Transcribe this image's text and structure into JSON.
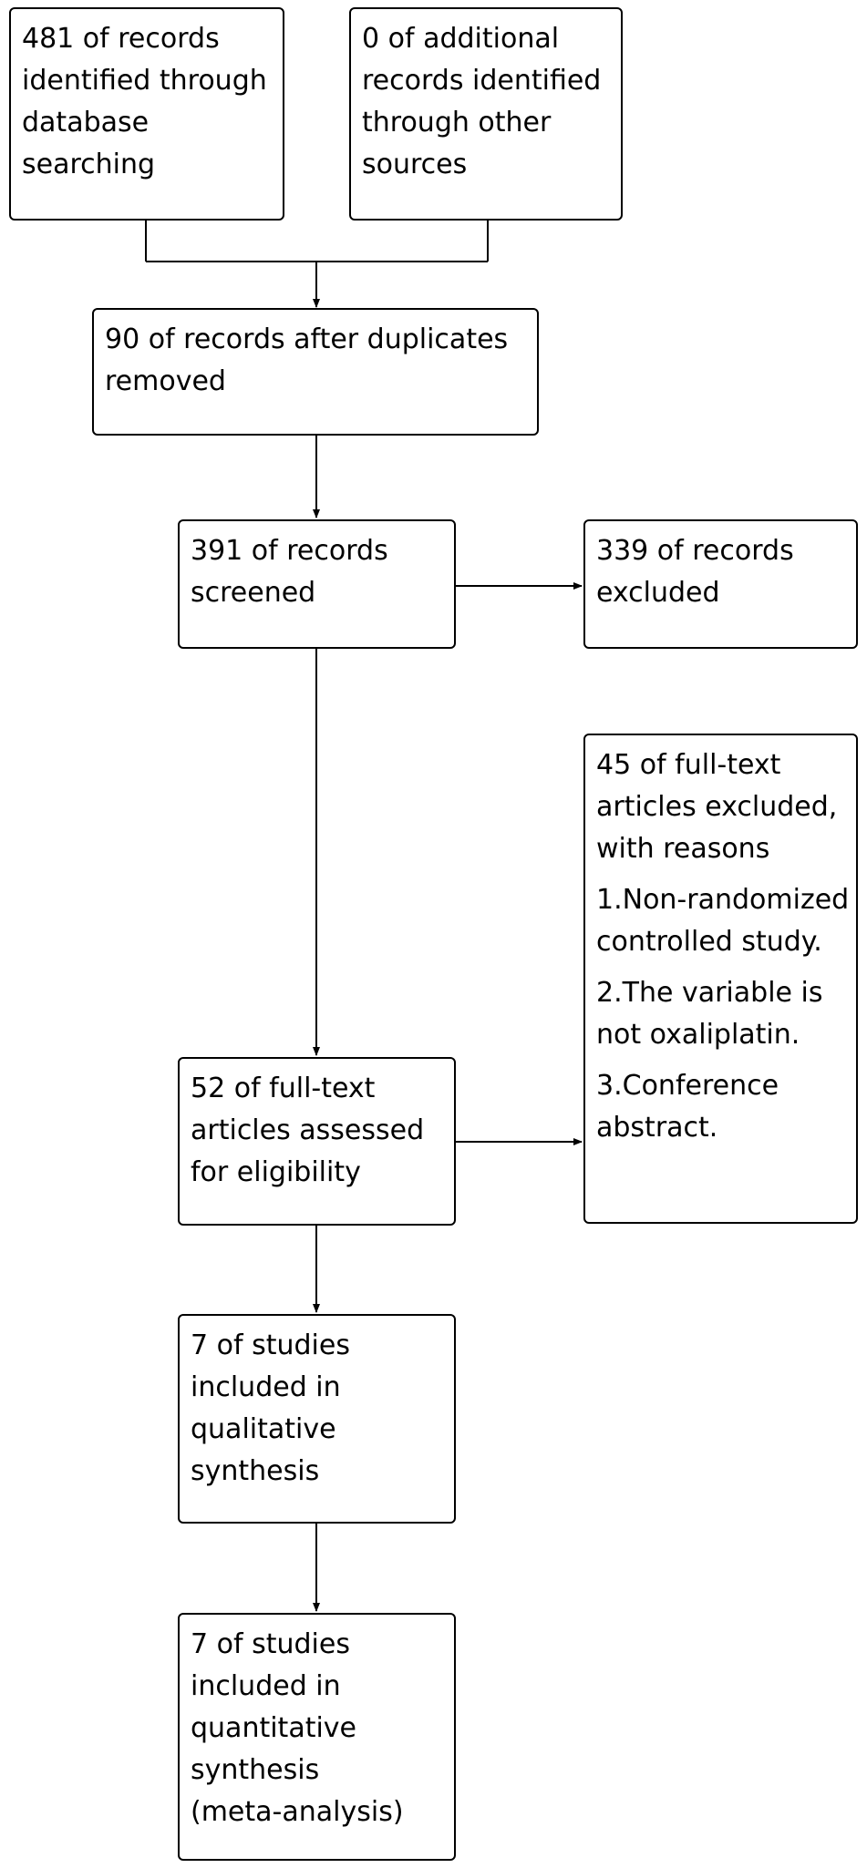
{
  "diagram": {
    "boxes": {
      "identified_database": [
        "481 of records",
        "identified through",
        "database",
        "searching"
      ],
      "identified_other": [
        "0 of additional",
        "records identified",
        "through other",
        "sources"
      ],
      "after_duplicates": [
        "90 of records after duplicates",
        "removed"
      ],
      "screened": [
        "391 of records",
        "screened"
      ],
      "excluded": [
        "339 of records",
        "excluded"
      ],
      "fulltext_assessed": [
        "52 of full-text",
        "articles assessed",
        "for eligibility"
      ],
      "fulltext_excluded": {
        "header": [
          "45 of full-text",
          "articles excluded,",
          "with reasons"
        ],
        "reasons": [
          [
            "1.Non-randomized",
            "controlled study."
          ],
          [
            "2.The variable is",
            "not oxaliplatin."
          ],
          [
            "3.Conference",
            "abstract."
          ]
        ]
      },
      "qualitative": [
        "7 of studies",
        "included in",
        "qualitative",
        "synthesis"
      ],
      "quantitative": [
        "7 of studies",
        "included in",
        "quantitative",
        "synthesis",
        "(meta-analysis)"
      ]
    },
    "colors": {
      "stroke": "#000000",
      "fill": "#ffffff",
      "text": "#000000"
    }
  }
}
